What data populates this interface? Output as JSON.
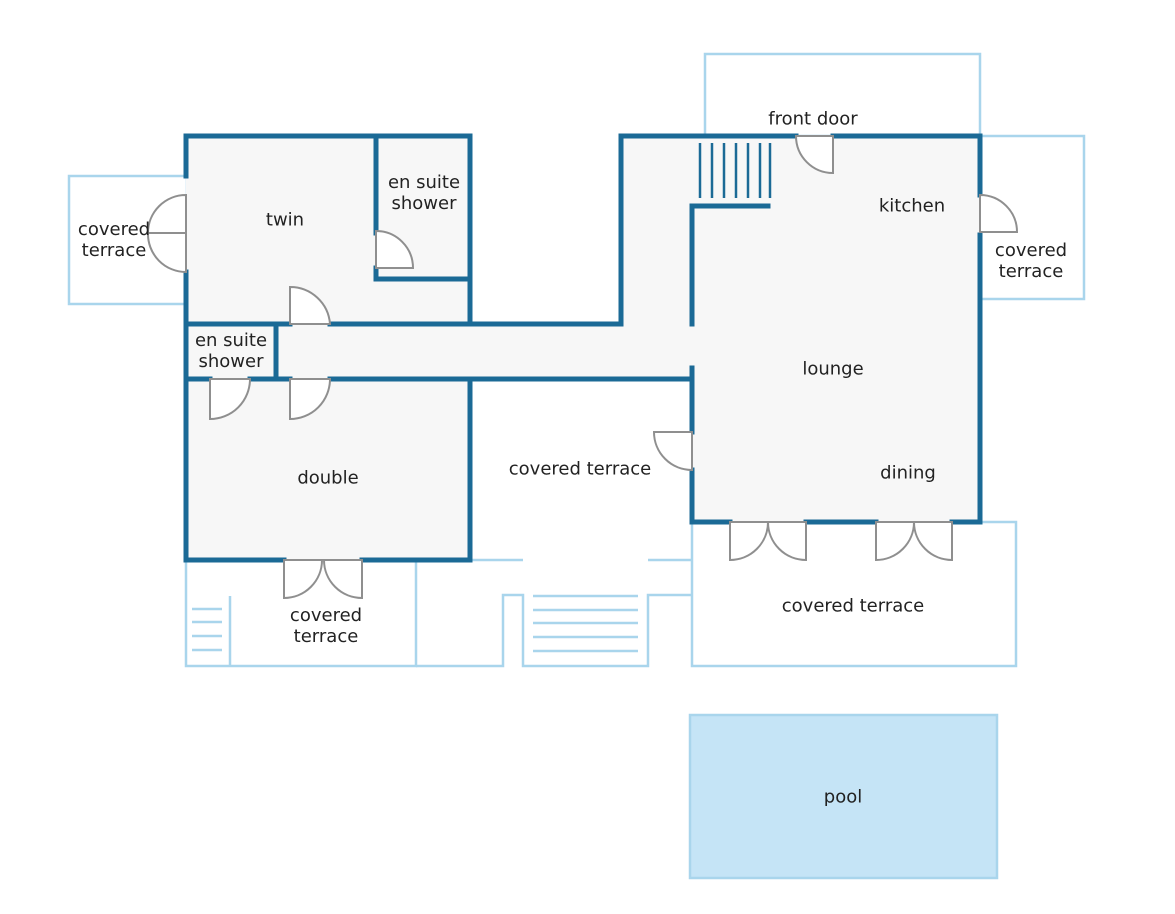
{
  "rooms": {
    "front_door": "front door",
    "kitchen": "kitchen",
    "covered_terrace_east_l1": "covered",
    "covered_terrace_east_l2": "terrace",
    "twin": "twin",
    "ensuite_top_l1": "en suite",
    "ensuite_top_l2": "shower",
    "covered_terrace_west_l1": "covered",
    "covered_terrace_west_l2": "terrace",
    "ensuite_mid_l1": "en suite",
    "ensuite_mid_l2": "shower",
    "lounge": "lounge",
    "dining": "dining",
    "covered_terrace_center": "covered terrace",
    "double": "double",
    "covered_terrace_south_l1": "covered",
    "covered_terrace_south_l2": "terrace",
    "covered_terrace_pool": "covered terrace",
    "pool": "pool"
  },
  "colors": {
    "wall": "#1b6a96",
    "outdoor_outline": "#a9d5ec",
    "room_fill": "#f7f7f7",
    "pool_fill": "#c5e4f6",
    "door": "#8f8f8f"
  }
}
